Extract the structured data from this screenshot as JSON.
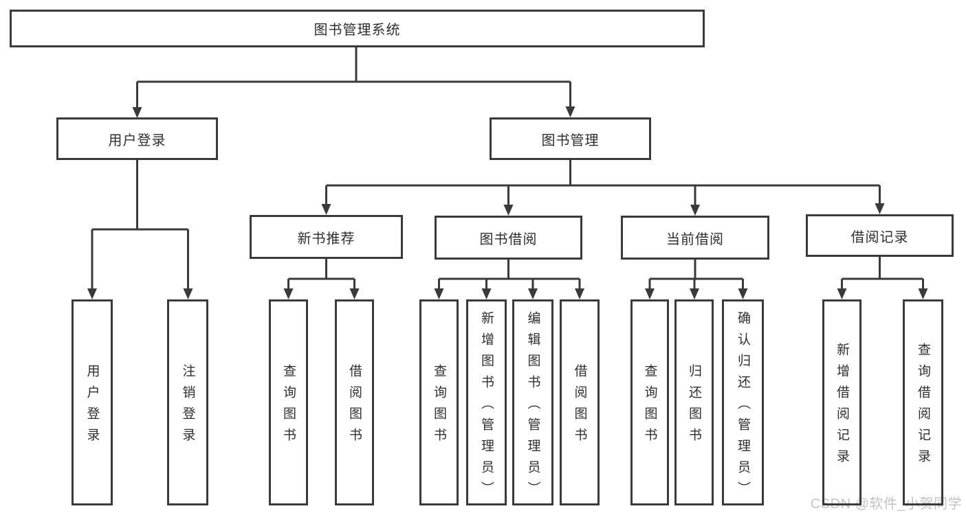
{
  "diagram": {
    "title": "图书管理系统",
    "watermark": "CSDN @软件_小贺同学",
    "colors": {
      "line": "#3a3a3a",
      "text": "#2e2e2e",
      "background": "#ffffff",
      "watermark": "#c3c3c3"
    },
    "nodes": {
      "root": {
        "label": "图书管理系统"
      },
      "user_login": {
        "label": "用户登录"
      },
      "book_mgmt": {
        "label": "图书管理"
      },
      "new_book_rec": {
        "label": "新书推荐"
      },
      "book_borrow": {
        "label": "图书借阅"
      },
      "current_borrow": {
        "label": "当前借阅"
      },
      "borrow_records": {
        "label": "借阅记录"
      },
      "leaf_user_login": {
        "label": "用户登录"
      },
      "leaf_logout": {
        "label": "注销登录"
      },
      "leaf_query_books_rec": {
        "label": "查询图书"
      },
      "leaf_borrow_books_rec": {
        "label": "借阅图书"
      },
      "leaf_query_books_borrow": {
        "label": "查询图书"
      },
      "leaf_add_books": {
        "label": "新增图书（管理员）"
      },
      "leaf_edit_books": {
        "label": "编辑图书（管理员）"
      },
      "leaf_borrow_books_borrow": {
        "label": "借阅图书"
      },
      "leaf_query_books_current": {
        "label": "查询图书"
      },
      "leaf_return_books": {
        "label": "归还图书"
      },
      "leaf_confirm_return": {
        "label": "确认归还（管理员）"
      },
      "leaf_add_borrow_record": {
        "label": "新增借阅记录"
      },
      "leaf_query_borrow_record": {
        "label": "查询借阅记录"
      }
    },
    "hierarchy": {
      "图书管理系统": {
        "用户登录": [
          "用户登录",
          "注销登录"
        ],
        "图书管理": {
          "新书推荐": [
            "查询图书",
            "借阅图书"
          ],
          "图书借阅": [
            "查询图书",
            "新增图书（管理员）",
            "编辑图书（管理员）",
            "借阅图书"
          ],
          "当前借阅": [
            "查询图书",
            "归还图书",
            "确认归还（管理员）"
          ],
          "借阅记录": [
            "新增借阅记录",
            "查询借阅记录"
          ]
        }
      }
    }
  }
}
